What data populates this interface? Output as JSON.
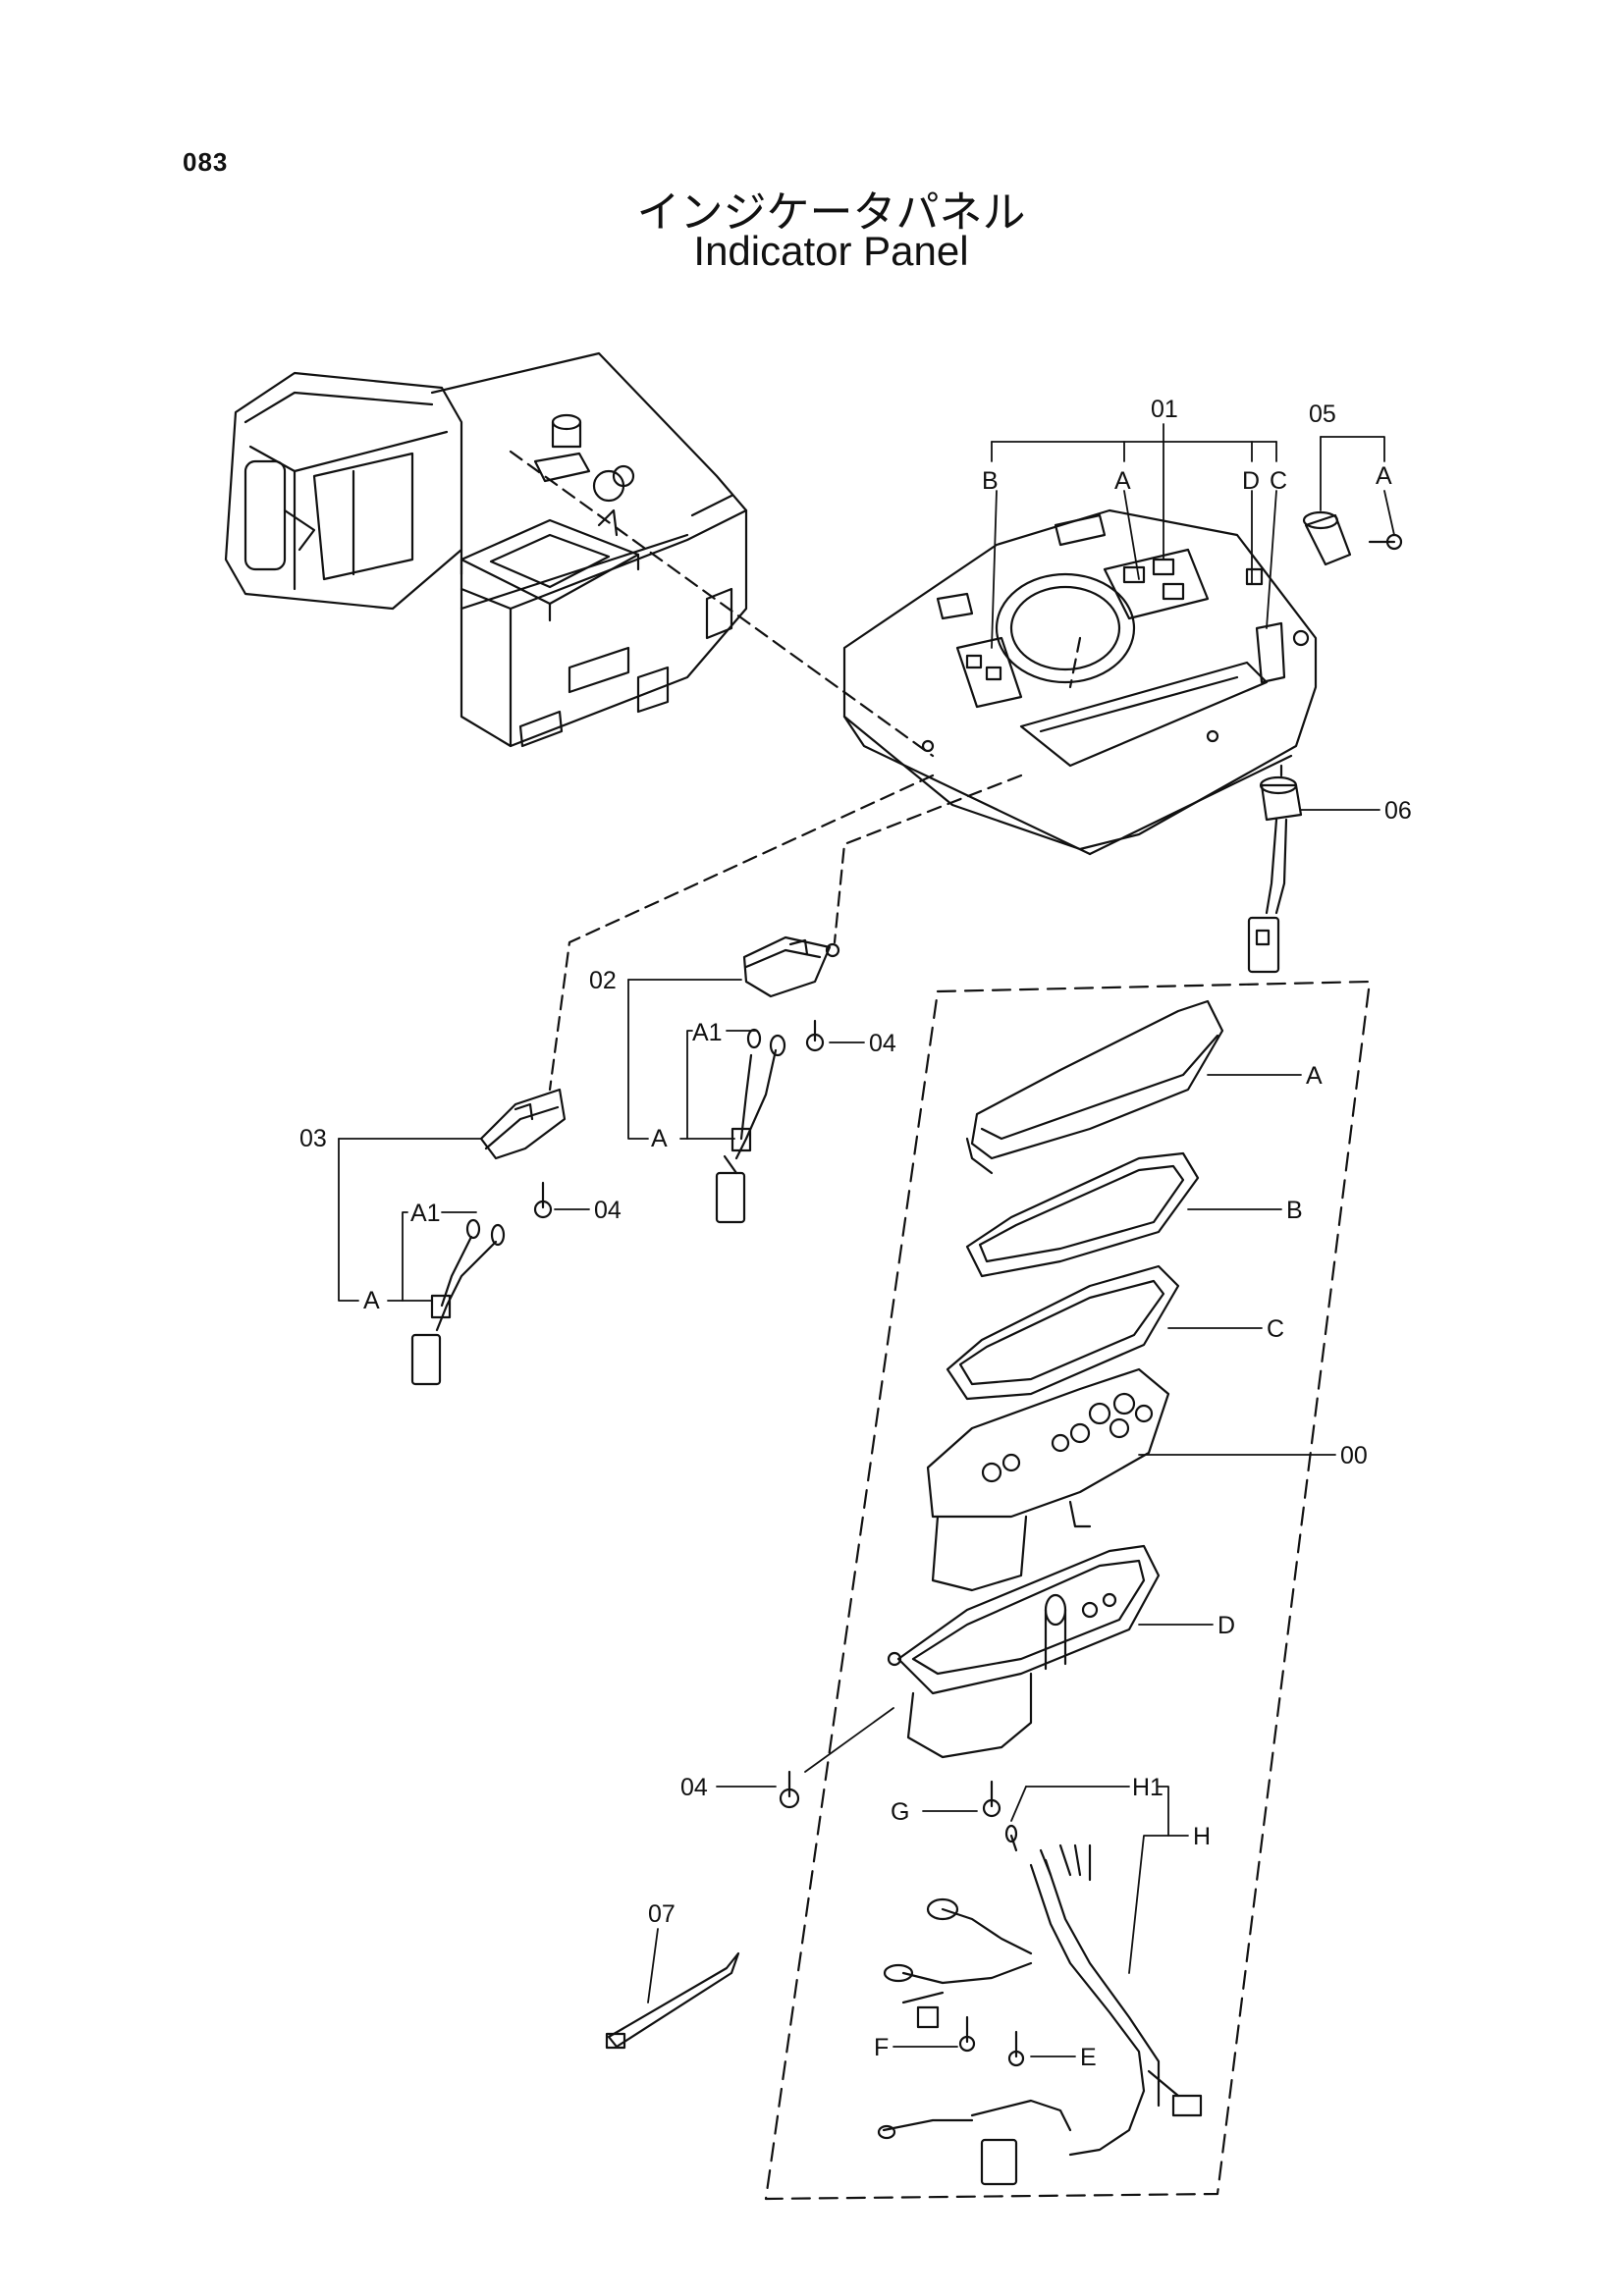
{
  "page_number": "083",
  "title_jp": "インジケータパネル",
  "title_en": "Indicator Panel",
  "labels": {
    "p01": "01",
    "p05": "05",
    "p06": "06",
    "p02": "02",
    "p03": "03",
    "p04a": "04",
    "p04b": "04",
    "p04c": "04",
    "p00": "00",
    "p07": "07",
    "b01": "B",
    "a01": "A",
    "d01": "D",
    "c01": "C",
    "a05": "A",
    "a1_02": "A1",
    "a_02": "A",
    "a1_03": "A1",
    "a_03": "A",
    "sub_a": "A",
    "sub_b": "B",
    "sub_c": "C",
    "sub_d": "D",
    "g": "G",
    "h1": "H1",
    "h": "H",
    "f": "F",
    "e": "E"
  }
}
